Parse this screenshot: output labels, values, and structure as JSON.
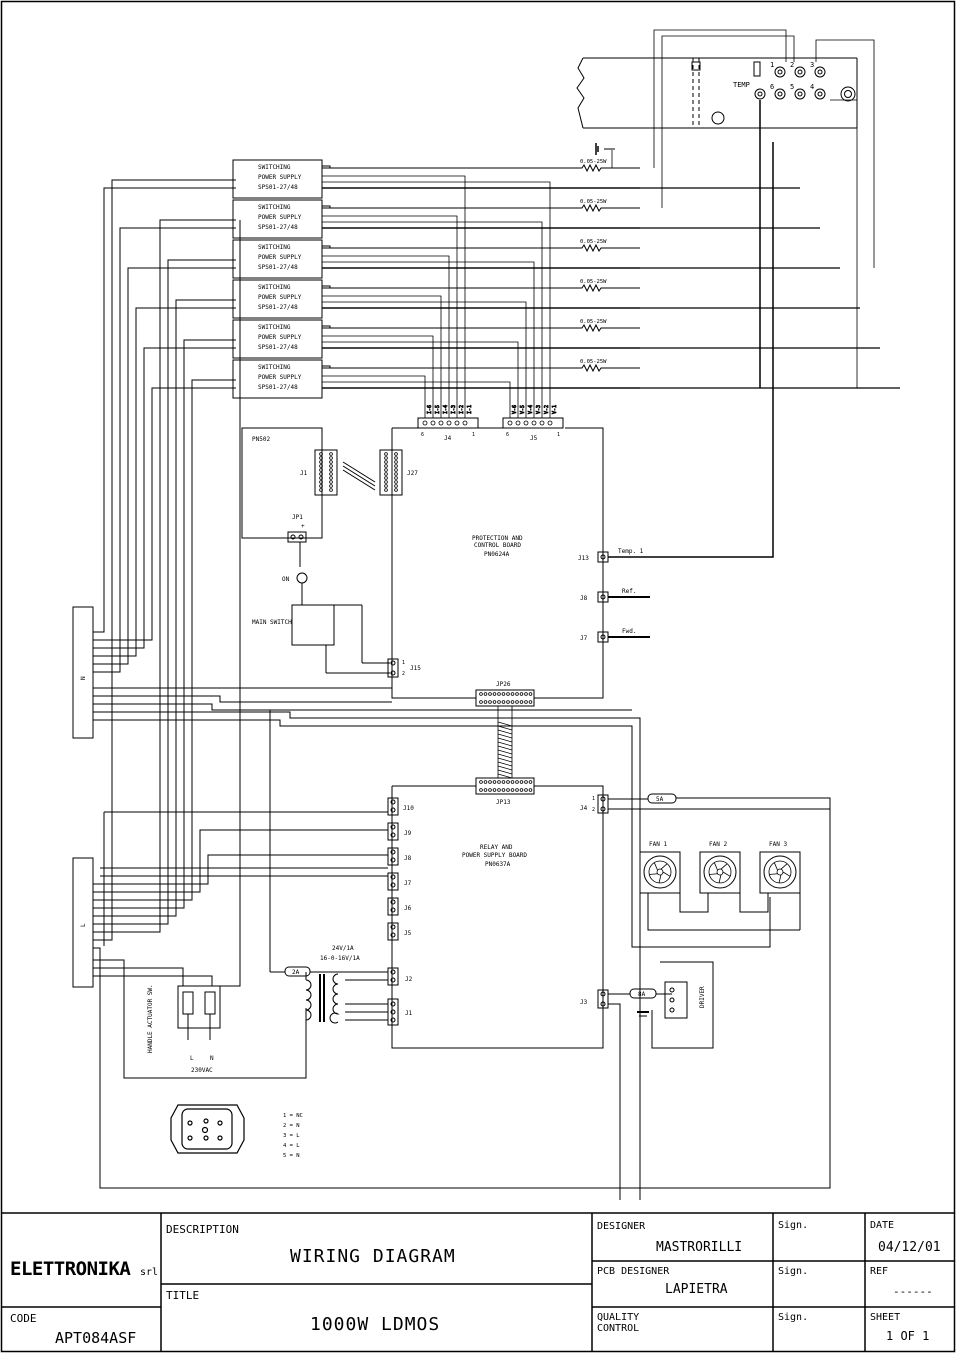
{
  "psu_block": {
    "lines": [
      "SWITCHING",
      "POWER SUPPLY",
      "SPS01-27/48"
    ],
    "count": 6
  },
  "resistor_label": "0.05-25W",
  "pn502": "PN502",
  "connectors": {
    "j1": "J1",
    "j27": "J27",
    "jp1": "JP1",
    "jp1_plus": "+",
    "j4": "J4",
    "j5": "J5",
    "j4_pins": [
      "I-6",
      "I-5",
      "I-4",
      "I-3",
      "I-2",
      "I-1"
    ],
    "j5_pins": [
      "V-6",
      "V-5",
      "V-4",
      "V-3",
      "V-2",
      "V-1"
    ],
    "pin_6": "6",
    "pin_1": "1",
    "pin_2": "2",
    "j13": "J13",
    "j8": "J8",
    "j7": "J7",
    "j15": "J15",
    "jp26": "JP26",
    "jp13": "JP13",
    "relay_j4": "J4",
    "j10": "J10",
    "j9": "J9",
    "j8b": "J8",
    "j7b": "J7",
    "j6": "J6",
    "j5b": "J5",
    "j2": "J2",
    "j1b": "J1",
    "j3": "J3"
  },
  "protection_board": [
    "PROTECTION AND",
    "CONTROL BOARD",
    "PN0624A"
  ],
  "relay_board": [
    "RELAY AND",
    "POWER SUPPLY BOARD",
    "PN0637A"
  ],
  "signals": {
    "temp": "Temp. 1",
    "ref": "Ref.",
    "fwd": "Fwd."
  },
  "on_label": "ON",
  "main_switch": "MAIN SWITCH",
  "bus_n": "N",
  "bus_l": "L",
  "fans": [
    "FAN 1",
    "FAN 2",
    "FAN 3"
  ],
  "fuses": {
    "f5a": "5A",
    "f2a": "2A",
    "f8a": "8A"
  },
  "driver": "DRIVER",
  "transformer": [
    "24V/1A",
    "16-0-16V/1A"
  ],
  "handle": {
    "label": "HANDLE ACTUATOR SW.",
    "l": "L",
    "n": "N",
    "vac": "230VAC"
  },
  "socket_legend": [
    "1 = NC",
    "2 = N",
    "3 = L",
    "4 = L",
    "5 = N"
  ],
  "top_panel": {
    "temp": "TEMP",
    "nums": [
      "1",
      "2",
      "3",
      "6",
      "5",
      "4"
    ]
  },
  "title_block": {
    "logo": "ELETTRONIKA",
    "logo_suffix": "srl",
    "description_label": "DESCRIPTION",
    "description": "WIRING DIAGRAM",
    "title_label": "TITLE",
    "title": "1000W LDMOS",
    "code_label": "CODE",
    "code": "APT084ASF",
    "designer_label": "DESIGNER",
    "designer": "MASTRORILLI",
    "pcb_designer_label": "PCB DESIGNER",
    "pcb_designer": "LAPIETRA",
    "quality_label_1": "QUALITY",
    "quality_label_2": "CONTROL",
    "sign_label": "Sign.",
    "date_label": "DATE",
    "date": "04/12/01",
    "ref_label": "REF",
    "ref": "------",
    "sheet_label": "SHEET",
    "sheet": "1  OF  1"
  }
}
